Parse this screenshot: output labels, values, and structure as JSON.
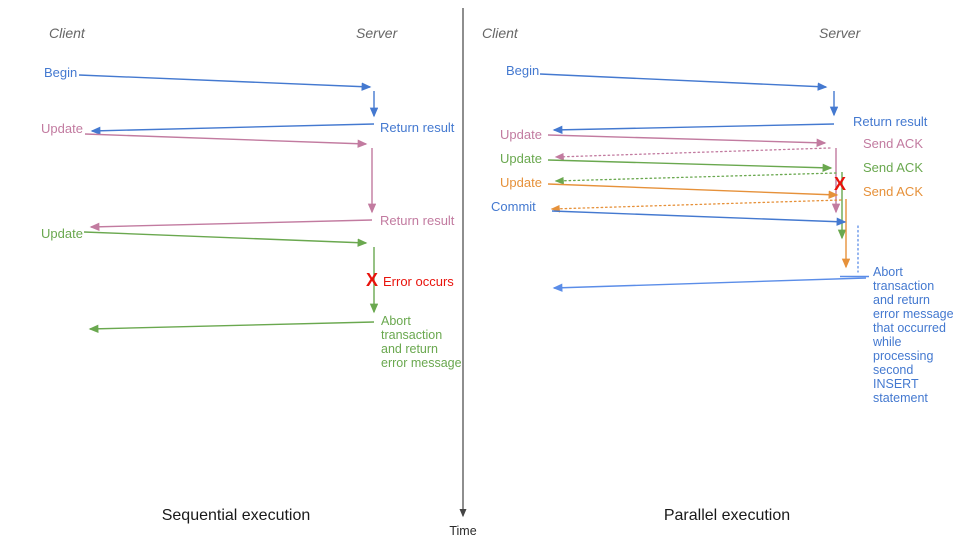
{
  "diagram": {
    "time_label": "Time",
    "colors": {
      "blue": "#4479d0",
      "light_blue": "#5b8de8",
      "pink": "#c27ba0",
      "green": "#6aa84f",
      "orange": "#e6913a",
      "red": "#e8130c",
      "axis": "#444444",
      "header": "#666666"
    },
    "left": {
      "title": "Sequential execution",
      "client_header": "Client",
      "server_header": "Server",
      "begin": "Begin",
      "return_result_1": "Return result",
      "update_1": "Update",
      "return_result_2": "Return result",
      "update_2": "Update",
      "error_x": "X",
      "error_label": "Error occurs",
      "abort_note": "Abort\ntransaction\nand return\nerror message"
    },
    "right": {
      "title": "Parallel execution",
      "client_header": "Client",
      "server_header": "Server",
      "begin": "Begin",
      "return_result": "Return result",
      "update_1": "Update",
      "send_ack_1": "Send ACK",
      "update_2": "Update",
      "send_ack_2": "Send ACK",
      "update_3": "Update",
      "send_ack_3": "Send ACK",
      "commit": "Commit",
      "error_x": "X",
      "abort_note": "Abort\ntransaction\nand return\nerror message\nthat occurred\nwhile\nprocessing\nsecond\nINSERT\nstatement"
    }
  }
}
